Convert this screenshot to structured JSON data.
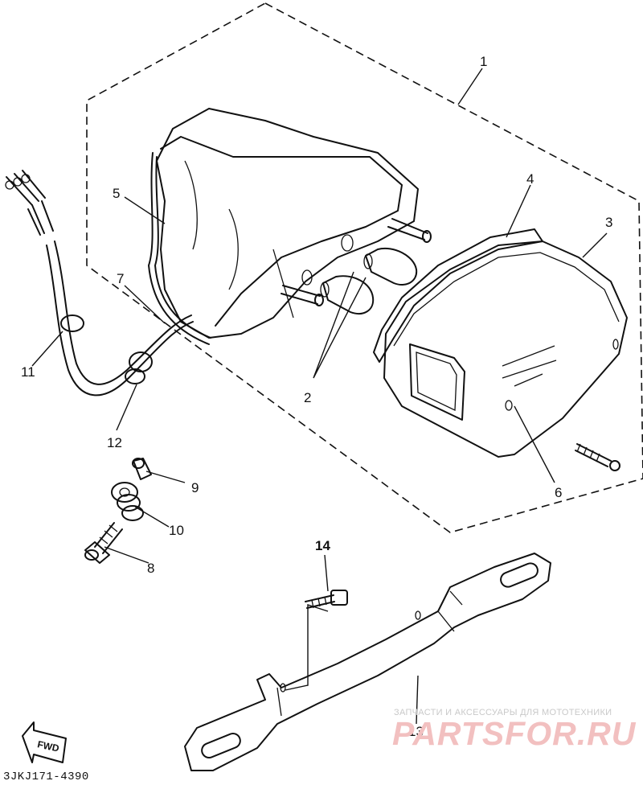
{
  "diagram": {
    "callouts": [
      "1",
      "2",
      "3",
      "4",
      "5",
      "6",
      "7",
      "8",
      "9",
      "10",
      "11",
      "12",
      "13",
      "14"
    ],
    "fwd_label": "FWD",
    "part_code": "3JKJ171-4390"
  },
  "watermark": {
    "subtitle": "ЗАПЧАСТИ И АКСЕССУАРЫ ДЛЯ МОТОТЕХНИКИ",
    "brand": "PARTSFOR.RU"
  }
}
